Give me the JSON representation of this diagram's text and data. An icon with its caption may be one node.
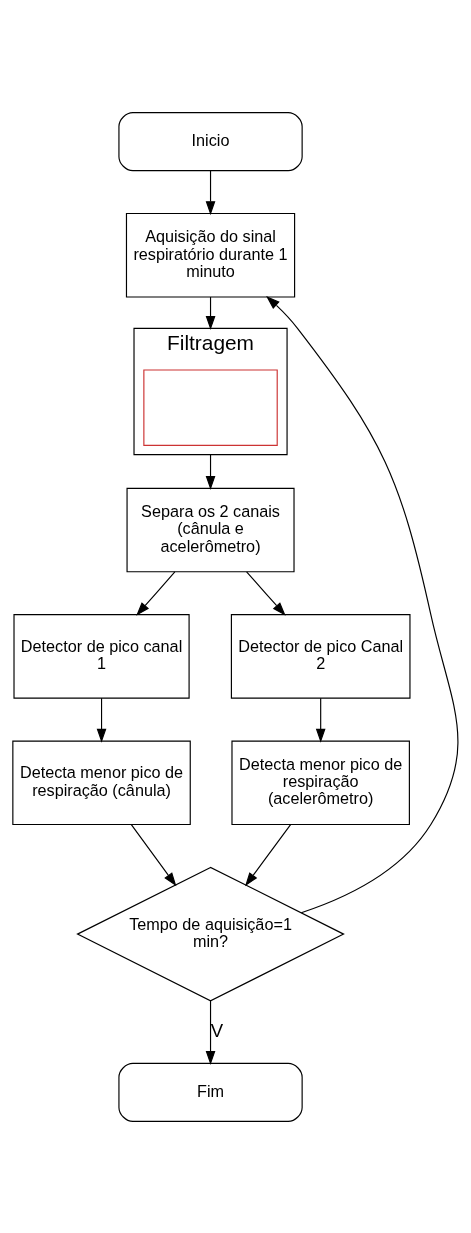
{
  "diagram": {
    "nodes": [
      {
        "text": [
          "Inicio"
        ]
      },
      {
        "text": [
          "Aquisição do sinal respiratório durante 1 minuto"
        ]
      },
      {
        "text": [
          "Filtragem"
        ]
      },
      {
        "text": [],
        "shape": "box",
        "in": 2
      },
      {
        "text": [
          "Separa os 2 canais (cânula e acelerômetro)"
        ]
      },
      {
        "text": [
          "Detector de pico canal 1"
        ]
      },
      {
        "text": [
          "Detector de pico Canal 2"
        ]
      },
      {
        "text": [
          "Detecta menor pico de respiração (cânula)"
        ]
      },
      {
        "text": [
          "Detecta menor pico de respiração (acelerômetro)"
        ]
      },
      {
        "text": [
          "Tempo de aquisição=1 min?"
        ]
      },
      {
        "text": [
          "Fim"
        ]
      }
    ],
    "edges": [
      {
        "from": 0,
        "to": 1,
        "arrow": "to"
      },
      {
        "from": 1,
        "to": 2,
        "arrow": "to"
      },
      {
        "from": 2,
        "to": 4,
        "arrow": "to"
      },
      {
        "from": 4,
        "to": 5,
        "arrow": "to"
      },
      {
        "from": 4,
        "to": 6,
        "arrow": "to"
      },
      {
        "from": 5,
        "to": 7,
        "arrow": "to"
      },
      {
        "from": 6,
        "to": 8,
        "arrow": "to"
      },
      {
        "from": 7,
        "to": 9,
        "arrow": "to"
      },
      {
        "from": 8,
        "to": 9,
        "arrow": "to"
      },
      {
        "from": 9,
        "to": 1,
        "arrow": "to"
      },
      {
        "from": 9,
        "to": 10,
        "arrow": "to",
        "label": "V"
      }
    ]
  }
}
